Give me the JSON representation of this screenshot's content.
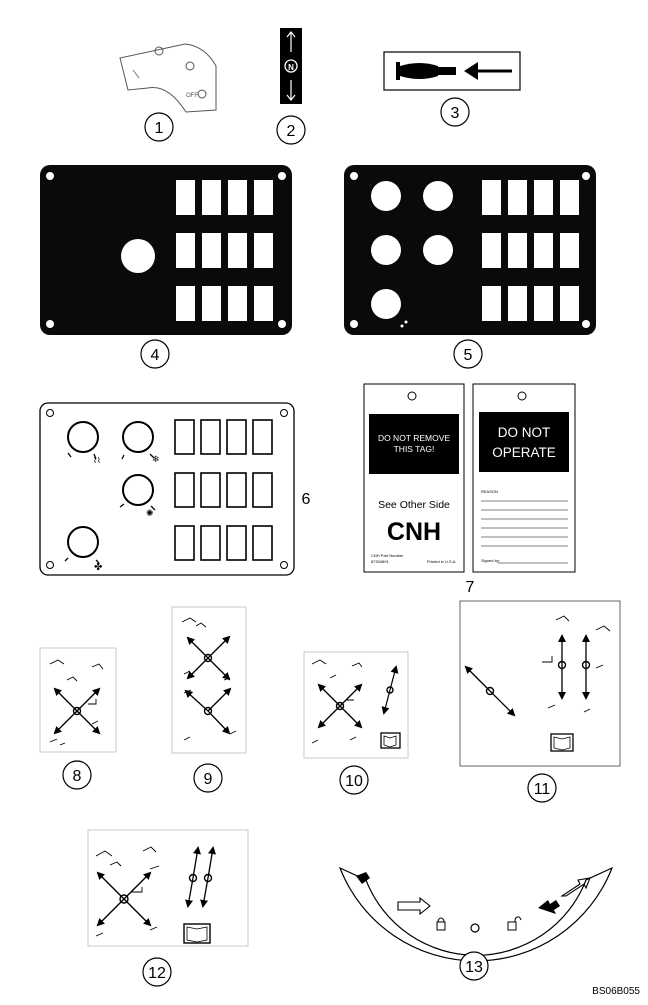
{
  "callouts": [
    "1",
    "2",
    "3",
    "4",
    "5",
    "6",
    "7",
    "8",
    "9",
    "10",
    "11",
    "12",
    "13"
  ],
  "tag_front": {
    "banner_line1": "DO NOT REMOVE",
    "banner_line2": "THIS TAG!",
    "see_other_side": "See Other Side",
    "logo": "CNH",
    "part_label": "CNH Part Number",
    "part_number": "87334891",
    "printed": "Printed in U.S.A."
  },
  "tag_back": {
    "banner_line1": "DO NOT",
    "banner_line2": "OPERATE",
    "reason_label": "REASON",
    "signed_label": "Signed by:"
  },
  "decal_text": {
    "decal1_off": "OFF",
    "decal2_symbol": "N"
  },
  "reference_code": "BS06B055",
  "colors": {
    "ink": "#000000",
    "paper": "#ffffff",
    "panel": "#0a0a0a"
  }
}
